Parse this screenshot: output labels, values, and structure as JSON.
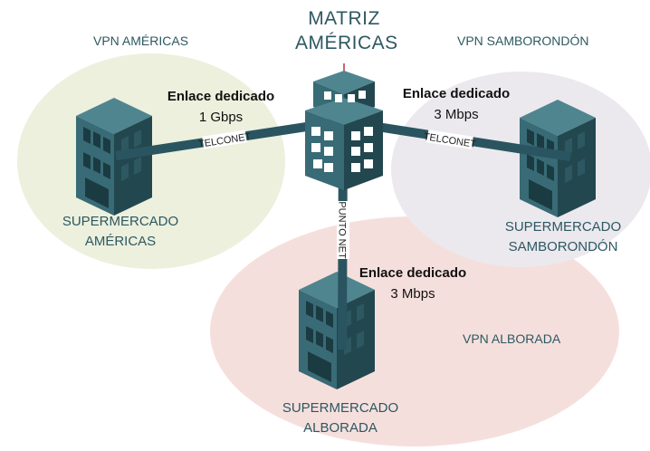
{
  "colors": {
    "vpn_americas_bg": "#ecf0dd",
    "vpn_samborondon_bg": "#ebe9ee",
    "vpn_alborada_bg": "#f5dfdc",
    "link_color": "#2a5560",
    "building_light": "#386b76",
    "building_dark": "#22474f",
    "building_roof": "#4f858f",
    "label_color": "#2d5862"
  },
  "hq": {
    "title_line1": "MATRIZ",
    "title_line2": "AMÉRICAS",
    "icon": "office-tower-icon"
  },
  "vpns": [
    {
      "name": "VPN AMÉRICAS",
      "site_line1": "SUPERMERCADO",
      "site_line2": "AMÉRICAS",
      "icon": "building-icon"
    },
    {
      "name": "VPN SAMBORONDÓN",
      "site_line1": "SUPERMERCADO",
      "site_line2": "SAMBORONDÓN",
      "icon": "building-icon"
    },
    {
      "name": "VPN ALBORADA",
      "site_line1": "SUPERMERCADO",
      "site_line2": "ALBORADA",
      "icon": "building-icon"
    }
  ],
  "links": [
    {
      "title": "Enlace dedicado",
      "speed": "1 Gbps",
      "provider": "TELCONET"
    },
    {
      "title": "Enlace dedicado",
      "speed": "3 Mbps",
      "provider": "TELCONET"
    },
    {
      "title": "Enlace dedicado",
      "speed": "3 Mbps",
      "provider": "PUNTO NET"
    }
  ]
}
